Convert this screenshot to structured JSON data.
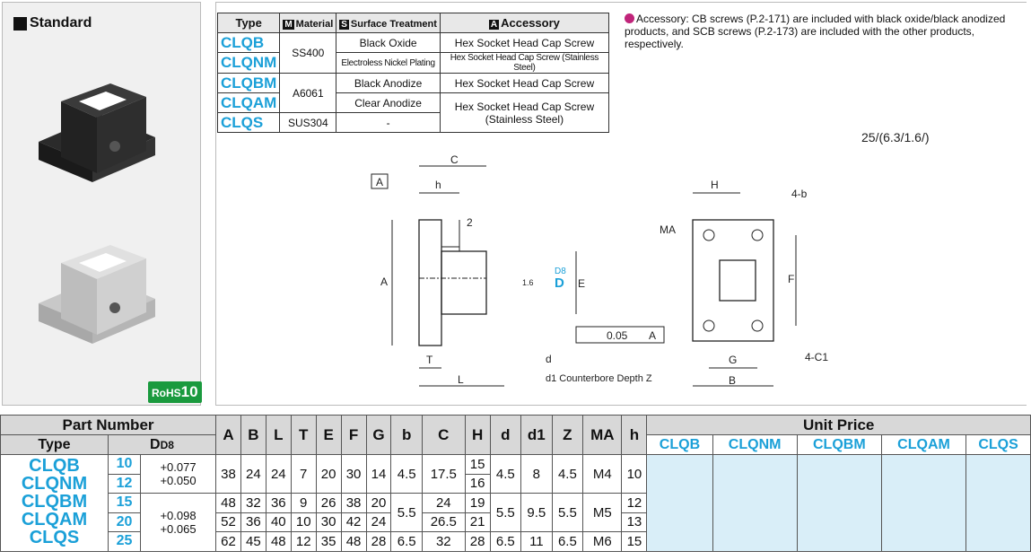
{
  "left": {
    "title": "Standard",
    "rohs": "RoHS",
    "rohs_num": "10"
  },
  "spec": {
    "headers": {
      "type": "Type",
      "material": "Material",
      "material_icon": "M",
      "surface": "Surface Treatment",
      "surface_icon": "S",
      "accessory": "Accessory",
      "accessory_icon": "A"
    },
    "rows": [
      {
        "type": "CLQB",
        "material": "SS400",
        "surface": "Black Oxide",
        "accessory": "Hex Socket Head Cap Screw"
      },
      {
        "type": "CLQNM",
        "material": "",
        "surface": "Electroless Nickel Plating",
        "accessory": "Hex Socket Head Cap Screw (Stainless Steel)"
      },
      {
        "type": "CLQBM",
        "material": "A6061",
        "surface": "Black Anodize",
        "accessory": "Hex Socket Head Cap Screw"
      },
      {
        "type": "CLQAM",
        "material": "",
        "surface": "Clear Anodize",
        "accessory": "Hex Socket Head Cap Screw (Stainless Steel)"
      },
      {
        "type": "CLQS",
        "material": "SUS304",
        "surface": "-",
        "accessory": ""
      }
    ]
  },
  "note": {
    "text": "Accessory: CB screws (P.2-171) are included with black oxide/black anodized products, and SCB screws (P.2-173) are included with the other products, respectively."
  },
  "drawing": {
    "labels": {
      "A": "A",
      "C": "C",
      "h": "h",
      "two": "2",
      "L": "L",
      "T": "T",
      "d": "d",
      "D": "D",
      "D8": "D8",
      "E": "E",
      "d1": "d1 Counterbore Depth Z",
      "ma": "MA",
      "H": "H",
      "fourb": "4-b",
      "F": "F",
      "G": "G",
      "B": "B",
      "fourc1": "4-C1",
      "tol": "0.05",
      "datum": "A",
      "f16": "1.6",
      "f63": "6.3",
      "f25": "25"
    },
    "roughness": "25/(6.3/1.6/)"
  },
  "price": {
    "h_partnumber": "Part Number",
    "h_type": "Type",
    "h_d": "D",
    "h_d_sub": "D8",
    "cols": [
      "A",
      "B",
      "L",
      "T",
      "E",
      "F",
      "G",
      "b",
      "C",
      "H",
      "d",
      "d1",
      "Z",
      "MA",
      "h"
    ],
    "h_unitprice": "Unit Price",
    "up_types": [
      "CLQB",
      "CLQNM",
      "CLQBM",
      "CLQAM",
      "CLQS"
    ],
    "types": [
      "CLQB",
      "CLQNM",
      "CLQBM",
      "CLQAM",
      "CLQS"
    ],
    "tol1": [
      "+0.077",
      "+0.050"
    ],
    "tol2": [
      "+0.098",
      "+0.065"
    ],
    "rows": [
      {
        "D": "10",
        "A": "38",
        "B": "24",
        "L": "24",
        "T": "7",
        "E": "20",
        "F": "30",
        "G": "14",
        "b": "4.5",
        "C": "17.5",
        "H": "15",
        "d": "4.5",
        "d1": "8",
        "Z": "4.5",
        "MA": "M4",
        "h": "10"
      },
      {
        "D": "12",
        "H": "16"
      },
      {
        "D": "15",
        "A": "48",
        "B": "32",
        "L": "36",
        "T": "9",
        "E": "26",
        "F": "38",
        "G": "20",
        "b": "5.5",
        "C": "24",
        "H": "19",
        "d": "5.5",
        "d1": "9.5",
        "Z": "5.5",
        "MA": "M5",
        "h": "12"
      },
      {
        "D": "20",
        "A": "52",
        "B": "36",
        "L": "40",
        "T": "10",
        "E": "30",
        "F": "42",
        "G": "24",
        "C": "26.5",
        "H": "21",
        "h": "13"
      },
      {
        "D": "25",
        "A": "62",
        "B": "45",
        "L": "48",
        "T": "12",
        "E": "35",
        "F": "48",
        "G": "28",
        "b": "6.5",
        "C": "32",
        "H": "28",
        "d": "6.5",
        "d1": "11",
        "Z": "6.5",
        "MA": "M6",
        "h": "15"
      }
    ]
  }
}
